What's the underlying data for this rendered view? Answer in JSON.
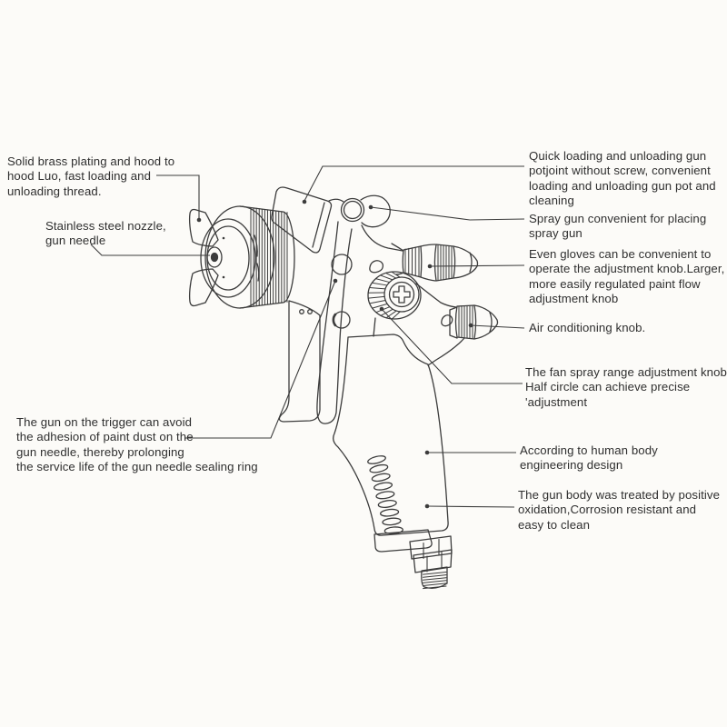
{
  "figure": {
    "type": "labeled line diagram",
    "colors": {
      "line": "#3c3c3c",
      "text": "#2f2f2f",
      "background": "#fcfbf8"
    }
  },
  "annotations": {
    "solid_brass": {
      "lines": [
        "Solid brass plating and hood to",
        "hood Luo, fast loading and",
        "unloading thread."
      ]
    },
    "stainless_nozzle": {
      "lines": [
        "Stainless steel nozzle,",
        "gun needle"
      ]
    },
    "trigger": {
      "lines": [
        "The gun on the trigger can avoid",
        "the adhesion of paint dust on the",
        "gun needle, thereby prolonging",
        "the service life of the gun needle sealing ring"
      ]
    },
    "quick_loading": {
      "lines": [
        "Quick loading and unloading gun",
        "potjoint without screw, convenient",
        "loading and unloading gun pot and",
        "cleaning"
      ]
    },
    "placing": {
      "lines": [
        "Spray gun convenient for placing",
        "spray gun"
      ]
    },
    "paint_flow": {
      "lines": [
        "Even gloves can be convenient to",
        "operate the adjustment knob.Larger,",
        "more easily regulated paint flow",
        "adjustment knob"
      ]
    },
    "air_knob": {
      "lines": [
        "Air conditioning knob."
      ]
    },
    "fan_knob": {
      "lines": [
        "The fan spray range adjustment knob:",
        "Half circle can achieve precise",
        "'adjustment"
      ]
    },
    "ergonomic": {
      "lines": [
        "According to human body",
        "engineering design"
      ]
    },
    "gun_body": {
      "lines": [
        "The gun body was treated by positive",
        "oxidation,Corrosion resistant and",
        "easy to clean"
      ]
    }
  }
}
